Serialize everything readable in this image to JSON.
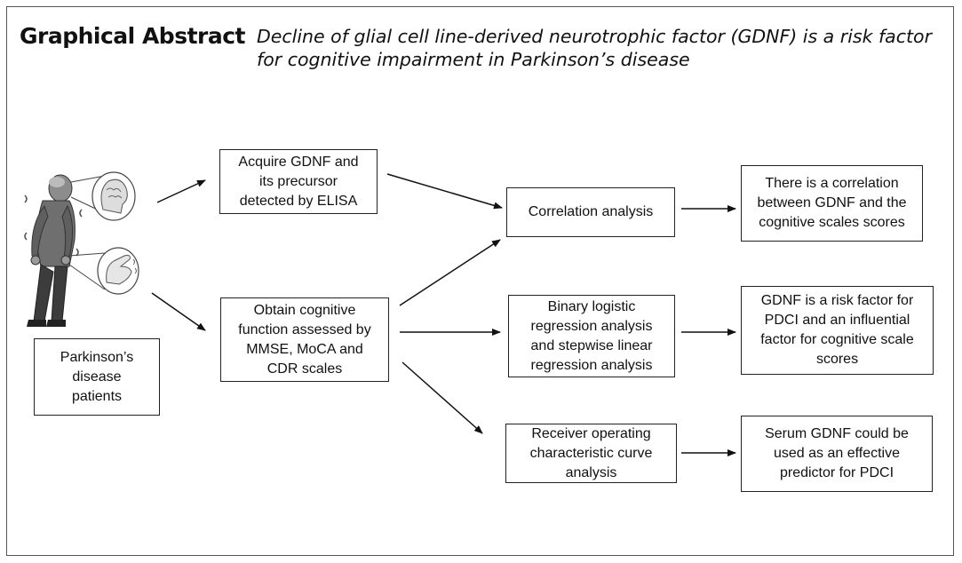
{
  "header": {
    "title": "Graphical Abstract",
    "subtitle": "Decline of glial cell line-derived neurotrophic factor (GDNF) is a risk factor for cognitive impairment in Parkinson’s disease"
  },
  "boxes": {
    "patients": "Parkinson’s\ndisease\npatients",
    "acquire": "Acquire GDNF and\nits precursor\ndetected by ELISA",
    "obtain": "Obtain cognitive\nfunction assessed by\nMMSE, MoCA and\nCDR scales",
    "correlation": "Correlation  analysis",
    "regression": "Binary logistic\nregression analysis\nand  stepwise linear\nregression analysis",
    "roc": "Receiver operating\ncharacteristic curve\nanalysis",
    "result_correlation": "There is a correlation\nbetween GDNF and the\ncognitive scales scores",
    "result_risk": "GDNF is a risk factor for\nPDCI and an influential\nfactor for cognitive scale\nscores",
    "result_predictor": "Serum GDNF could be\nused as an effective\npredictor for PDCI"
  },
  "icons": {
    "patient": "elderly-patient-figure",
    "brain": "brain-head-icon",
    "hand": "tremor-hand-icon"
  }
}
